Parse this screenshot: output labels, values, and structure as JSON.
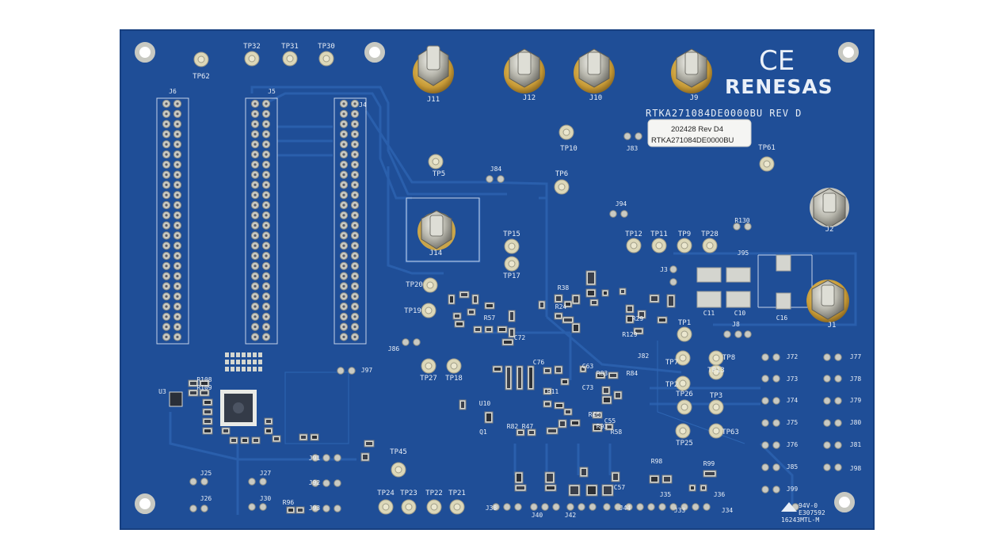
{
  "board": {
    "brand": "RENESAS",
    "ce_mark": "CE",
    "part_number_silk": "RTKA271084DE0000BU  REV D",
    "sticker_line1": "202428 Rev D4",
    "sticker_line2": "RTKA271084DE0000BU",
    "ul_mark": "94V-0",
    "ul_file": "E307592",
    "fab_code": "16243MTL-M",
    "colors": {
      "board": "#1f4e97",
      "silkscreen": "#e8eef6",
      "copper_pad": "#c8c9c2"
    }
  },
  "test_points": [
    "TP32",
    "TP31",
    "TP30",
    "TP62",
    "TP10",
    "TP61",
    "TP5",
    "TP6",
    "TP15",
    "TP17",
    "TP20",
    "TP19",
    "TP12",
    "TP11",
    "TP9",
    "TP28",
    "TP1",
    "TP8",
    "TP7",
    "TP13",
    "TP2",
    "TP26",
    "TP3",
    "TP25",
    "TP63",
    "TP27",
    "TP18",
    "TP45",
    "TP24",
    "TP23",
    "TP22",
    "TP21"
  ],
  "terminals": [
    "J11",
    "J12",
    "J10",
    "J9",
    "J14",
    "J2",
    "J1"
  ],
  "headers": [
    "J6",
    "J5",
    "J4",
    "J84",
    "J94",
    "J83",
    "J3",
    "J95",
    "J8",
    "J86",
    "J82",
    "J97",
    "J72",
    "J77",
    "J73",
    "J78",
    "J74",
    "J79",
    "J75",
    "J80",
    "J76",
    "J81",
    "J85",
    "J86",
    "J99",
    "J98",
    "J25",
    "J27",
    "J26",
    "J30",
    "J91",
    "J92",
    "J93",
    "J38",
    "J40",
    "J42",
    "J44",
    "J35",
    "J33",
    "J34",
    "J36"
  ],
  "designators": [
    "R130",
    "R57",
    "R38",
    "R24",
    "R29",
    "R129",
    "C11",
    "C10",
    "C16",
    "C72",
    "C76",
    "C73",
    "C63",
    "C55",
    "C57",
    "R98",
    "R99",
    "R93",
    "R58",
    "R84",
    "R83",
    "R11",
    "R47",
    "R82",
    "R96",
    "R46",
    "Q1",
    "U3",
    "U10",
    "R108",
    "R109"
  ]
}
